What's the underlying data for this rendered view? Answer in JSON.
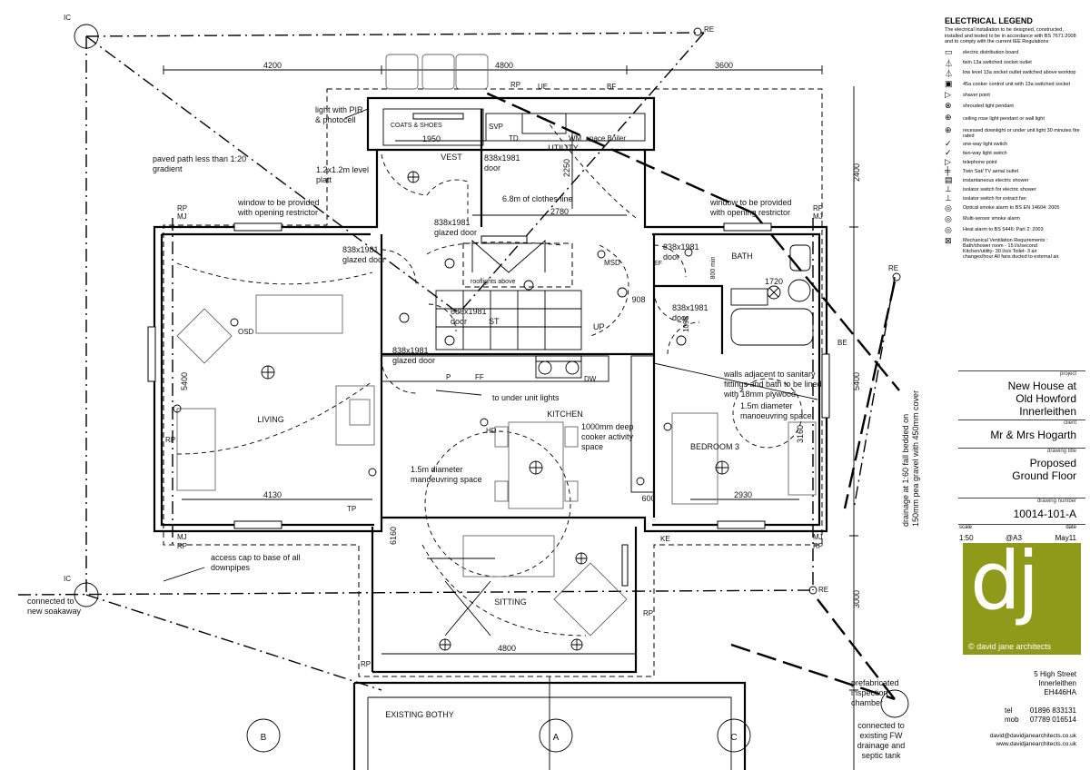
{
  "legend": {
    "title": "ELECTRICAL LEGEND",
    "intro": "The electrical installation to be designed, constructed, installed and tested to be in accordance with BS 7671:2008 and to comply with the current IEE Regulations",
    "items": [
      "electric distribution board",
      "twin 13a switched socket outlet",
      "low level 13a socket outlet switched above worktop",
      "45a cooker control unit with 13a switched socket",
      "shaver point",
      "shrouded light pendant",
      "ceiling rose light pendant or wall light",
      "recessed downlight or under unit light 30 minutes fire rated",
      "one-way light switch",
      "two-way light switch",
      "telephone point",
      "Twin Sat/ TV aerial outlet",
      "instantaneous electric shower",
      "isolator switch for electric shower",
      "isolator switch for extract fan",
      "Optical smoke alarm to BS EN 14604: 2005",
      "Multi-sensor smoke alarm",
      "Heat alarm to BS 5446: Part 2: 2003",
      "Mechanical Ventilation Requirements : Bath/shower room - 15 l/s/second Kitchen/utility- 30 l/s/s Toilet- 3 air changes/hour All fans ducted to external air."
    ]
  },
  "title_block": {
    "project_label": "project",
    "project": [
      "New House at",
      "Old Howford",
      "Innerleithen"
    ],
    "client_label": "client",
    "client": "Mr & Mrs Hogarth",
    "drawing_title_label": "drawing title",
    "drawing_title": [
      "Proposed",
      "Ground Floor"
    ],
    "drawing_number_label": "drawing number",
    "drawing_number": "10014-101-A",
    "scale_label": "scale",
    "date_label": "date",
    "scale": "1:50",
    "size": "@A3",
    "date": "May11",
    "logo_text": "dj",
    "firm": "© david jane architects",
    "address": [
      "5 High Street",
      "Innerleithen",
      "EH446HA"
    ],
    "tel_label": "tel",
    "tel": "01896 833131",
    "mob_label": "mob",
    "mob": "07789 016514",
    "email": "david@davidjanearchitects.co.uk",
    "web": "www.davidjanearchitects.co.uk"
  },
  "plan": {
    "dims": {
      "d4200": "4200",
      "d4800": "4800",
      "d3600": "3600",
      "d2400": "2400",
      "d5400l": "5400",
      "d5400r": "5400",
      "d3000": "3000",
      "d4130": "4130",
      "d2930": "2930",
      "d4800b": "4800",
      "d6160": "6160",
      "d1950": "1950",
      "d2250": "2250",
      "d2780": "2780",
      "d908": "908",
      "d1720": "1720",
      "d3160": "3160",
      "d600": "600",
      "d800": "800 min",
      "d1095": "1095"
    },
    "rooms": {
      "living": "LIVING",
      "kitchen": "KITCHEN",
      "bedroom": "BEDROOM 3",
      "bath": "BATH",
      "utility": "UTILITY",
      "vest": "VEST",
      "sitting": "SITTING",
      "bothy": "EXISTING BOTHY",
      "coats": "COATS & SHOES",
      "st": "ST",
      "up": "UP"
    },
    "notes": {
      "light_pir": [
        "light with PIR",
        "& photocell"
      ],
      "paved_path": [
        "paved path less than 1:20",
        "gradient"
      ],
      "level_platt": [
        "1.2x1.2m level",
        "platt"
      ],
      "window_left": [
        "window to be provided",
        "with opening restrictor"
      ],
      "window_right": [
        "window to be provided",
        "with opening restrictor"
      ],
      "clothes_line": "6.8m of clothes line",
      "door1": [
        "838x1981",
        "door"
      ],
      "door_glazed1": [
        "838x1981",
        "glazed door"
      ],
      "door_glazed2": [
        "838x1981",
        "glazed door"
      ],
      "door_glazed3": [
        "838x1981",
        "glazed door"
      ],
      "door_bath": [
        "838x1981",
        "door"
      ],
      "door_bed": [
        "838x1981",
        "door"
      ],
      "door_st": [
        "686x1981",
        "door"
      ],
      "walls_adj": [
        "walls adjacent to sanitary",
        "fittings and bath to be lined",
        "with 18mm plywood"
      ],
      "manoeuvre_bed": [
        "1.5m diameter",
        "manoeuvring space"
      ],
      "manoeuvre_kit": [
        "1.5m diameter",
        "manoeuvring space"
      ],
      "cooker": [
        "1000mm deep",
        "cooker activity",
        "space"
      ],
      "under_unit": "to under unit lights",
      "rooflights": "rooflights above",
      "access_cap": [
        "access cap to base of all",
        "downpipes"
      ],
      "soakaway": [
        "connected to",
        "new soakaway"
      ],
      "drainage": [
        "drainage at 1:60 fall bedded on",
        "150mm pea gravel with 450mm cover"
      ],
      "inspection": [
        "prefabricated",
        "inspection",
        "chamber"
      ],
      "septic": [
        "connected to",
        "existing FW",
        "drainage and",
        "septic tank"
      ],
      "space_boiler": "space Boiler",
      "svp": "SVP",
      "wm": "WM",
      "td": "TD",
      "ue": "UE",
      "bf": "BF",
      "ff": "FF",
      "dw": "DW",
      "p": "P",
      "msd": "MSD",
      "osd": "OSD",
      "hd": "HD",
      "tp": "TP",
      "ef": "EF"
    },
    "markers": {
      "ic": "IC",
      "re": "RE",
      "rp": "RP",
      "mj": "MJ",
      "be": "BE",
      "ke": "KE",
      "a": "A",
      "b": "B",
      "c": "C"
    }
  }
}
